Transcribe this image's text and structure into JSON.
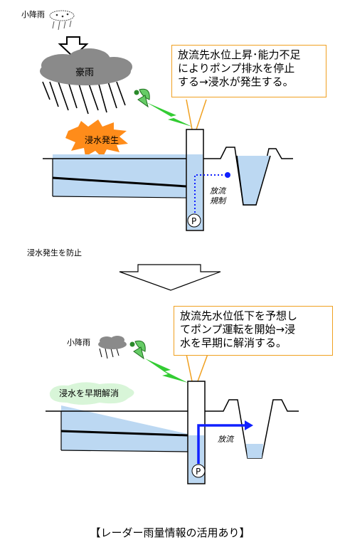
{
  "top": {
    "light_rain_label": "小降雨",
    "heavy_rain_label": "豪雨",
    "flood_burst_label": "浸水発生",
    "callout_text": "放流先水位上昇･能力不足\nによりポンプ排水を停止\nする→浸水が発生する。",
    "outflow_label_line1": "放流",
    "outflow_label_line2": "規制",
    "pump_label": "P"
  },
  "middle": {
    "transition_label": "浸水発生を防止"
  },
  "bottom": {
    "light_rain_label": "小降雨",
    "flood_cloud_label": "浸水を早期解消",
    "callout_text": "放流先水位低下を予想し\nてポンプ運転を開始→浸\n水を早期に解消する。",
    "outflow_label": "放流",
    "pump_label": "P"
  },
  "caption": "【レーダー雨量情報の活用あり】",
  "colors": {
    "water": "#bcd8f2",
    "callout_border": "#f0a020",
    "arrow_blue": "#1020ff",
    "lightning_green": "#33cc33",
    "burst_orange": "#ff8c1a",
    "cloud_gray": "#808080",
    "flood_cloud_green": "#d8f5d8"
  }
}
